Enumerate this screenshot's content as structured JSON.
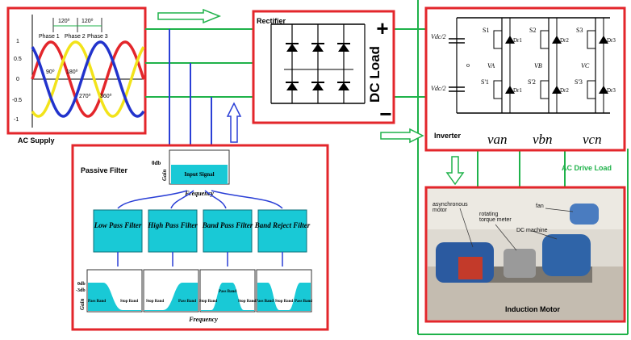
{
  "ac_supply": {
    "label": "AC Supply",
    "phase_labels": [
      "Phase 1",
      "Phase 2",
      "Phase 3"
    ],
    "shift_labels": [
      "120⁰",
      "120⁰"
    ],
    "angle_labels": [
      "90⁰",
      "180⁰",
      "270⁰",
      "360⁰"
    ],
    "y_ticks": [
      "1",
      "0.5",
      "0",
      "-0.5",
      "-1"
    ]
  },
  "rectifier": {
    "title": "Rectifier",
    "load_label": "DC Load",
    "plus": "+",
    "minus": "−"
  },
  "inverter": {
    "title": "Inverter",
    "switches": [
      "S1",
      "S2",
      "S3",
      "S'1",
      "S'2",
      "S'3"
    ],
    "diodes": [
      "Dr1",
      "Dr2",
      "Dr3",
      "Dr1",
      "Dr2",
      "Dr3"
    ],
    "nodes": [
      "VA",
      "VB",
      "VC"
    ],
    "dc_labels": [
      "Vdc/2",
      "Vdc/2",
      "o"
    ],
    "outputs": [
      "van",
      "vbn",
      "vcn"
    ]
  },
  "ac_drive_label": "AC Drive Load",
  "motor_photo": {
    "caption": "Induction Motor",
    "labels": [
      "asynchronous motor",
      "rotating torque meter",
      "fan",
      "DC machine"
    ]
  },
  "filter": {
    "title": "Passive Filter",
    "input_box": "Input Signal",
    "y_label": "Gain",
    "db_label": "0db",
    "x_label": "Frequency",
    "types": [
      "Low Pass Filter",
      "High Pass Filter",
      "Band Pass Filter",
      "Band Reject Filter"
    ],
    "plot_db": [
      "0db",
      "-3db"
    ],
    "bottom_gain": "Gain",
    "bottom_freq": "Frequency",
    "bands": [
      [
        "Pass Band",
        "Stop Band"
      ],
      [
        "Stop Band",
        "Pass Band"
      ],
      [
        "Stop Band",
        "Pass Band",
        "Stop Band"
      ],
      [
        "Pass Band",
        "Stop Band",
        "Pass Band"
      ]
    ]
  },
  "colors": {
    "frame": "#e3262b",
    "wire_green": "#1fb24a",
    "wire_blue": "#2a3fd6",
    "cyan": "#19c9d6",
    "phase1": "#e3262b",
    "phase2": "#f2e31a",
    "phase3": "#2233cc"
  }
}
